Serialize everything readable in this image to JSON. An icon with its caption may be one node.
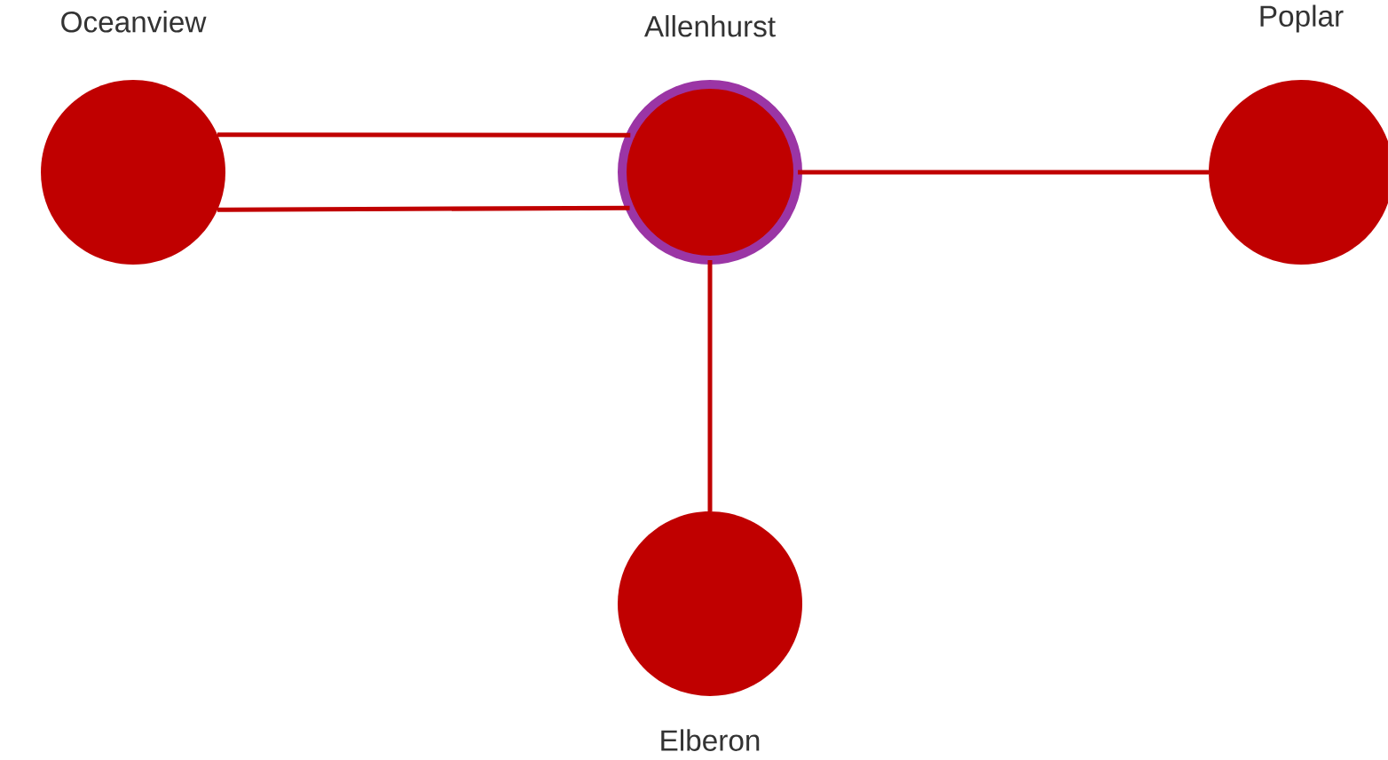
{
  "diagram": {
    "nodes": [
      {
        "text": [
          "Oceanview"
        ]
      },
      {
        "text": [
          "Allenhurst"
        ]
      },
      {
        "text": [
          "Poplar"
        ]
      },
      {
        "text": [
          "Elberon"
        ]
      }
    ],
    "edges": [
      {
        "from": 0,
        "to": 1,
        "arrow": "none"
      },
      {
        "from": 0,
        "to": 1,
        "arrow": "none"
      },
      {
        "from": 1,
        "to": 2,
        "arrow": "none"
      },
      {
        "from": 1,
        "to": 3,
        "arrow": "none"
      }
    ]
  }
}
